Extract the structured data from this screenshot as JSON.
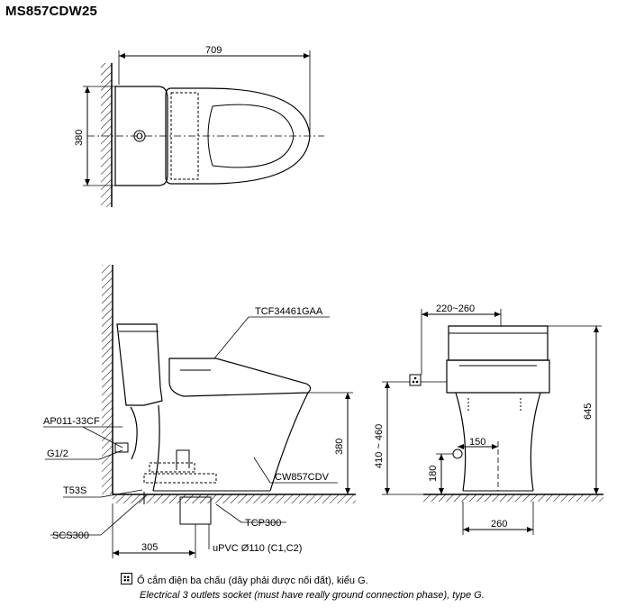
{
  "title": "MS857CDW25",
  "top_view": {
    "dim_width": "709",
    "dim_depth": "380"
  },
  "side_view": {
    "labels": {
      "seat": "TCF34461GAA",
      "valve": "AP011-33CF",
      "pipe": "G1/2",
      "bolt": "T53S",
      "seal": "SCS300",
      "bowl": "CW857CDV",
      "flange": "TCP300",
      "drain": "uPVC Ø110 (C1,C2)"
    },
    "dim_height": "380",
    "dim_rough_in": "305"
  },
  "front_view": {
    "dim_top": "220~260",
    "dim_height": "645",
    "dim_outlet_height": "410 ~ 460",
    "dim_inlet_offset": "150",
    "dim_inlet_height": "180",
    "dim_base": "260"
  },
  "legend": {
    "vi": "Ổ cắm điện ba chấu (dây phải được nối đất), kiểu G.",
    "en": "Electrical 3 outlets socket (must have really ground connection phase), type G."
  }
}
